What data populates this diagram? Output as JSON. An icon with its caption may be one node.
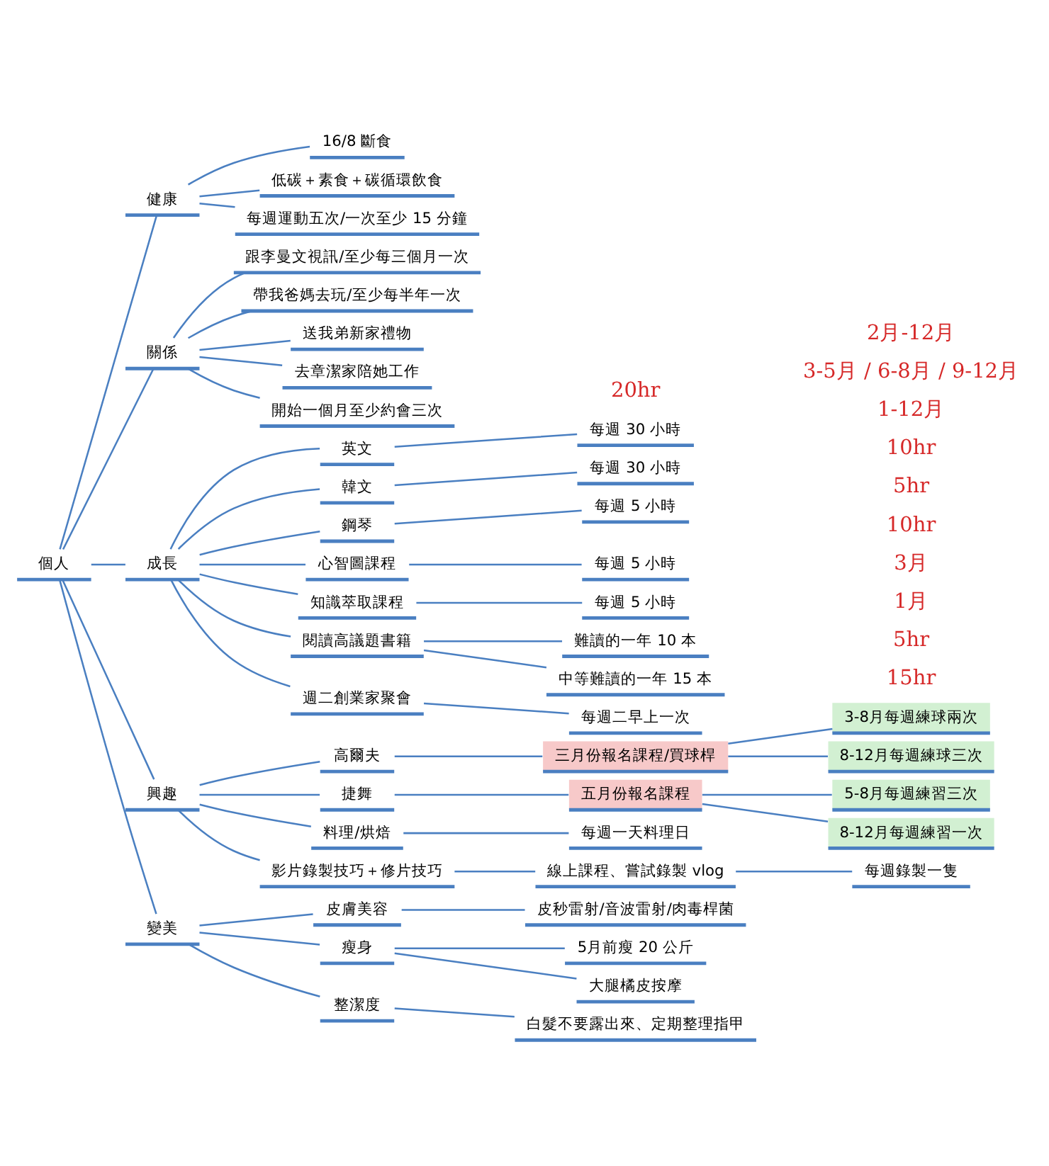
{
  "diagram": {
    "nodes": [
      {
        "text": [
          "個人"
        ]
      },
      {
        "text": [
          "健康"
        ]
      },
      {
        "text": [
          "16/8 斷食"
        ]
      },
      {
        "text": [
          "低碳＋素食＋碳循環飲食"
        ]
      },
      {
        "text": [
          "每週運動五次/一次至少 15 分鐘"
        ]
      },
      {
        "text": [
          "關係"
        ]
      },
      {
        "text": [
          "跟李曼文視訊/至少每三個月一次"
        ]
      },
      {
        "text": [
          "帶我爸媽去玩/至少每半年一次"
        ]
      },
      {
        "text": [
          "送我弟新家禮物"
        ]
      },
      {
        "text": [
          "去章潔家陪她工作"
        ]
      },
      {
        "text": [
          "開始一個月至少約會三次"
        ]
      },
      {
        "text": [
          "成長"
        ]
      },
      {
        "text": [
          "英文"
        ]
      },
      {
        "text": [
          "每週 30 小時"
        ]
      },
      {
        "text": [
          "韓文"
        ]
      },
      {
        "text": [
          "每週 30 小時"
        ]
      },
      {
        "text": [
          "鋼琴"
        ]
      },
      {
        "text": [
          "每週 5 小時"
        ]
      },
      {
        "text": [
          "心智圖課程"
        ]
      },
      {
        "text": [
          "每週 5 小時"
        ]
      },
      {
        "text": [
          "知識萃取課程"
        ]
      },
      {
        "text": [
          "每週 5 小時"
        ]
      },
      {
        "text": [
          "閱讀高議題書籍"
        ]
      },
      {
        "text": [
          "難讀的一年 10 本"
        ]
      },
      {
        "text": [
          "中等難讀的一年 15 本"
        ]
      },
      {
        "text": [
          "週二創業家聚會"
        ]
      },
      {
        "text": [
          "每週二早上一次"
        ]
      },
      {
        "text": [
          "興趣"
        ]
      },
      {
        "text": [
          "高爾夫"
        ]
      },
      {
        "text": [
          "三月份報名課程/買球桿"
        ]
      },
      {
        "text": [
          "3-8月每週練球兩次"
        ]
      },
      {
        "text": [
          "8-12月每週練球三次"
        ]
      },
      {
        "text": [
          "捷舞"
        ]
      },
      {
        "text": [
          "五月份報名課程"
        ]
      },
      {
        "text": [
          "5-8月每週練習三次"
        ]
      },
      {
        "text": [
          "8-12月每週練習一次"
        ]
      },
      {
        "text": [
          "料理/烘焙"
        ]
      },
      {
        "text": [
          "每週一天料理日"
        ]
      },
      {
        "text": [
          "影片錄製技巧＋修片技巧"
        ]
      },
      {
        "text": [
          "線上課程、嘗試錄製 vlog"
        ]
      },
      {
        "text": [
          "每週錄製一隻"
        ]
      },
      {
        "text": [
          "變美"
        ]
      },
      {
        "text": [
          "皮膚美容"
        ]
      },
      {
        "text": [
          "皮秒雷射/音波雷射/肉毒桿菌"
        ]
      },
      {
        "text": [
          "瘦身"
        ]
      },
      {
        "text": [
          "5月前瘦 20 公斤"
        ]
      },
      {
        "text": [
          "大腿橘皮按摩"
        ]
      },
      {
        "text": [
          "整潔度"
        ]
      },
      {
        "text": [
          "白髮不要露出來、定期整理指甲"
        ]
      }
    ],
    "edges": [
      {
        "from": 0,
        "to": 1,
        "arrow": "none"
      },
      {
        "from": 1,
        "to": 2,
        "arrow": "none"
      },
      {
        "from": 1,
        "to": 3,
        "arrow": "none"
      },
      {
        "from": 1,
        "to": 4,
        "arrow": "none"
      },
      {
        "from": 0,
        "to": 5,
        "arrow": "none"
      },
      {
        "from": 5,
        "to": 6,
        "arrow": "none"
      },
      {
        "from": 5,
        "to": 7,
        "arrow": "none"
      },
      {
        "from": 5,
        "to": 8,
        "arrow": "none"
      },
      {
        "from": 5,
        "to": 9,
        "arrow": "none"
      },
      {
        "from": 5,
        "to": 10,
        "arrow": "none"
      },
      {
        "from": 0,
        "to": 11,
        "arrow": "none"
      },
      {
        "from": 11,
        "to": 12,
        "arrow": "none"
      },
      {
        "from": 12,
        "to": 13,
        "arrow": "none"
      },
      {
        "from": 11,
        "to": 14,
        "arrow": "none"
      },
      {
        "from": 14,
        "to": 15,
        "arrow": "none"
      },
      {
        "from": 11,
        "to": 16,
        "arrow": "none"
      },
      {
        "from": 16,
        "to": 17,
        "arrow": "none"
      },
      {
        "from": 11,
        "to": 18,
        "arrow": "none"
      },
      {
        "from": 18,
        "to": 19,
        "arrow": "none"
      },
      {
        "from": 11,
        "to": 20,
        "arrow": "none"
      },
      {
        "from": 20,
        "to": 21,
        "arrow": "none"
      },
      {
        "from": 11,
        "to": 22,
        "arrow": "none"
      },
      {
        "from": 22,
        "to": 23,
        "arrow": "none"
      },
      {
        "from": 22,
        "to": 24,
        "arrow": "none"
      },
      {
        "from": 11,
        "to": 25,
        "arrow": "none"
      },
      {
        "from": 25,
        "to": 26,
        "arrow": "none"
      },
      {
        "from": 0,
        "to": 27,
        "arrow": "none"
      },
      {
        "from": 27,
        "to": 28,
        "arrow": "none"
      },
      {
        "from": 28,
        "to": 29,
        "arrow": "none"
      },
      {
        "from": 29,
        "to": 30,
        "arrow": "none"
      },
      {
        "from": 29,
        "to": 31,
        "arrow": "none"
      },
      {
        "from": 27,
        "to": 32,
        "arrow": "none"
      },
      {
        "from": 32,
        "to": 33,
        "arrow": "none"
      },
      {
        "from": 33,
        "to": 34,
        "arrow": "none"
      },
      {
        "from": 33,
        "to": 35,
        "arrow": "none"
      },
      {
        "from": 27,
        "to": 36,
        "arrow": "none"
      },
      {
        "from": 36,
        "to": 37,
        "arrow": "none"
      },
      {
        "from": 27,
        "to": 38,
        "arrow": "none"
      },
      {
        "from": 38,
        "to": 39,
        "arrow": "none"
      },
      {
        "from": 39,
        "to": 40,
        "arrow": "none"
      },
      {
        "from": 0,
        "to": 41,
        "arrow": "none"
      },
      {
        "from": 41,
        "to": 42,
        "arrow": "none"
      },
      {
        "from": 42,
        "to": 43,
        "arrow": "none"
      },
      {
        "from": 41,
        "to": 44,
        "arrow": "none"
      },
      {
        "from": 44,
        "to": 45,
        "arrow": "none"
      },
      {
        "from": 44,
        "to": 46,
        "arrow": "none"
      },
      {
        "from": 41,
        "to": 47,
        "arrow": "none"
      },
      {
        "from": 47,
        "to": 48,
        "arrow": "none"
      }
    ],
    "labels": [
      "20hr",
      "2月-12月",
      "3-5月 / 6-8月 / 9-12月",
      "1-12月",
      "10hr",
      "5hr",
      "10hr",
      "3月",
      "1月",
      "5hr",
      "15hr"
    ]
  }
}
